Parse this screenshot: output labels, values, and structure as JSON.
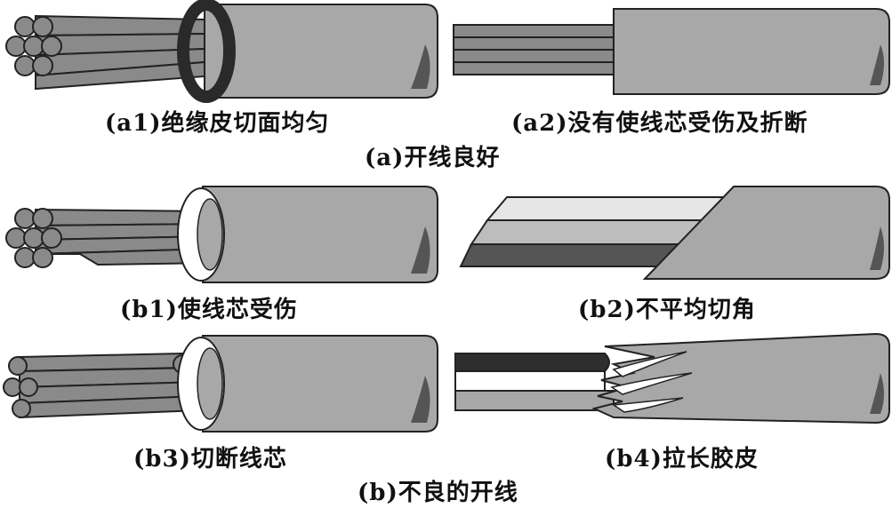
{
  "panels": {
    "a1": {
      "caption": "(a1)绝缘皮切面均匀"
    },
    "a2": {
      "caption": "(a2)没有使线芯受伤及折断"
    },
    "b1": {
      "caption": "(b1)使线芯受伤"
    },
    "b2": {
      "caption": "(b2)不平均切角"
    },
    "b3": {
      "caption": "(b3)切断线芯"
    },
    "b4": {
      "caption": "(b4)拉长胶皮"
    }
  },
  "groups": {
    "a": {
      "caption": "(a)开线良好"
    },
    "b": {
      "caption": "(b)不良的开线"
    }
  },
  "colors": {
    "insulation": "#a8a8a8",
    "insulation_dark": "#555555",
    "strand": "#8a8a8a",
    "ring_dark": "#2a2a2a",
    "ring_white": "#ffffff",
    "outline": "#222222"
  }
}
